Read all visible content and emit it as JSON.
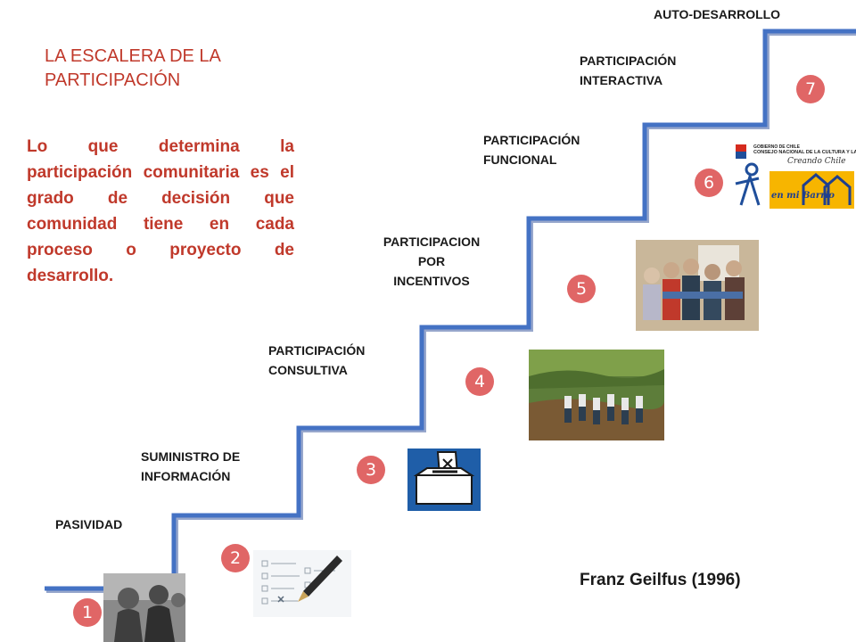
{
  "title_lines": [
    "LA ESCALERA DE LA",
    "PARTICIPACIÓN"
  ],
  "intro_text": "Lo que determina la participación comunitaria es el grado de decisión que comunidad tiene en cada proceso o proyecto de desarrollo.",
  "steps": [
    {
      "number": "1",
      "label_lines": [
        "PASIVIDAD"
      ],
      "icon": "children-photo"
    },
    {
      "number": "2",
      "label_lines": [
        "SUMINISTRO DE",
        "INFORMACIÓN"
      ],
      "icon": "pen-form-icon"
    },
    {
      "number": "3",
      "label_lines": [
        "PARTICIPACIÓN",
        "CONSULTIVA"
      ],
      "icon": "ballot-box-icon"
    },
    {
      "number": "4",
      "label_lines": [
        "PARTICIPACION",
        "POR",
        "INCENTIVOS"
      ],
      "icon": "community-work-photo"
    },
    {
      "number": "5",
      "label_lines": [
        "PARTICIPACIÓN",
        "FUNCIONAL"
      ],
      "icon": "group-photo"
    },
    {
      "number": "6",
      "label_lines": [
        "PARTICIPACIÓN",
        "INTERACTIVA"
      ],
      "icon": "government-logo"
    },
    {
      "number": "7",
      "label_lines": [
        "AUTO-DESARROLLO"
      ],
      "icon": ""
    }
  ],
  "logo": {
    "org_line1": "GOBIERNO DE CHILE",
    "org_line2": "CONSEJO NACIONAL DE LA CULTURA Y LAS ARTES",
    "slogan": "Creando Chile",
    "program": "en mi Barrio"
  },
  "author": "Franz Geilfus (1996)",
  "colors": {
    "stair": "#4472c4",
    "title": "#c0392b",
    "badge": "#e06666",
    "label": "#1a1a1a"
  }
}
